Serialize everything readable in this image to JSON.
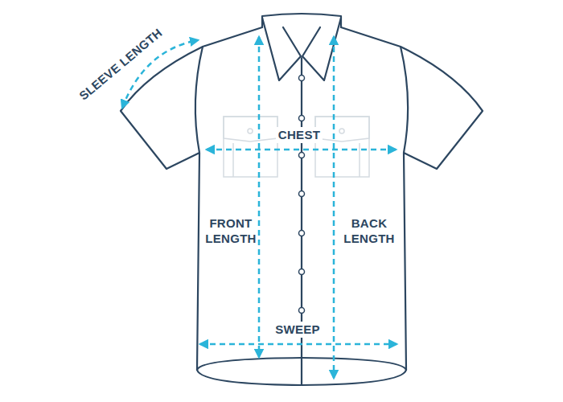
{
  "diagram": {
    "labels": [
      "SLEEVE LENGTH",
      "CHEST",
      "FRONT LENGTH",
      "BACK LENGTH",
      "SWEEP"
    ]
  }
}
